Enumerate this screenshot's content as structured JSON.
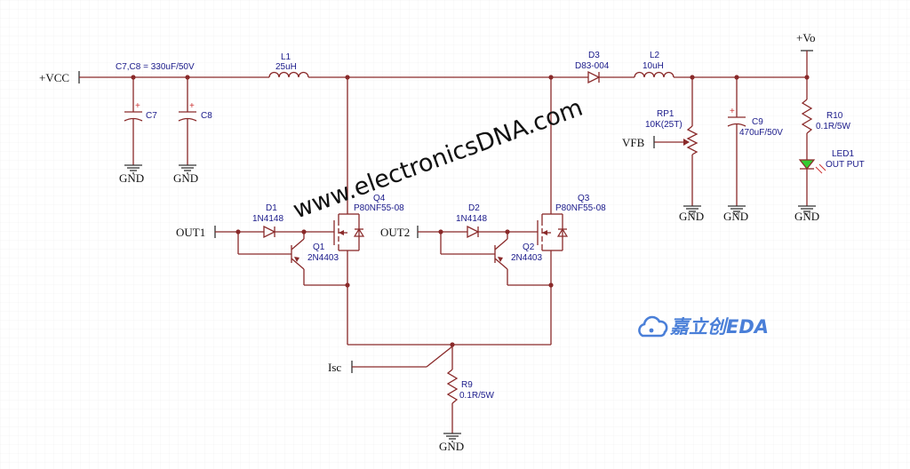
{
  "net_labels": {
    "vcc": "+VCC",
    "vo": "+Vo",
    "out1": "OUT1",
    "out2": "OUT2",
    "vfb": "VFB",
    "isc": "Isc",
    "gnd": "GND"
  },
  "components": {
    "c7c8_note": "C7,C8 = 330uF/50V",
    "c7": "C7",
    "c8": "C8",
    "l1_ref": "L1",
    "l1_val": "25uH",
    "d3_ref": "D3",
    "d3_val": "D83-004",
    "l2_ref": "L2",
    "l2_val": "10uH",
    "rp1_ref": "RP1",
    "rp1_val": "10K(25T)",
    "c9_ref": "C9",
    "c9_val": "470uF/50V",
    "r10_ref": "R10",
    "r10_val": "0.1R/5W",
    "led1_ref": "LED1",
    "led1_val": "OUT PUT",
    "q4_ref": "Q4",
    "q4_val": "P80NF55-08",
    "q3_ref": "Q3",
    "q3_val": "P80NF55-08",
    "d1_ref": "D1",
    "d1_val": "1N4148",
    "d2_ref": "D2",
    "d2_val": "1N4148",
    "q1_ref": "Q1",
    "q1_val": "2N4403",
    "q2_ref": "Q2",
    "q2_val": "2N4403",
    "r9_ref": "R9",
    "r9_val": "0.1R/5W",
    "cap_plus": "+"
  },
  "watermark": "www.electronicsDNA.com",
  "logo_text": "嘉立创EDA",
  "colors": {
    "wire": "#8a2a2a",
    "text": "#1a1a8a",
    "grid": "#e6e6e6",
    "led": "#33cc33",
    "logo": "#4a7fd8"
  }
}
